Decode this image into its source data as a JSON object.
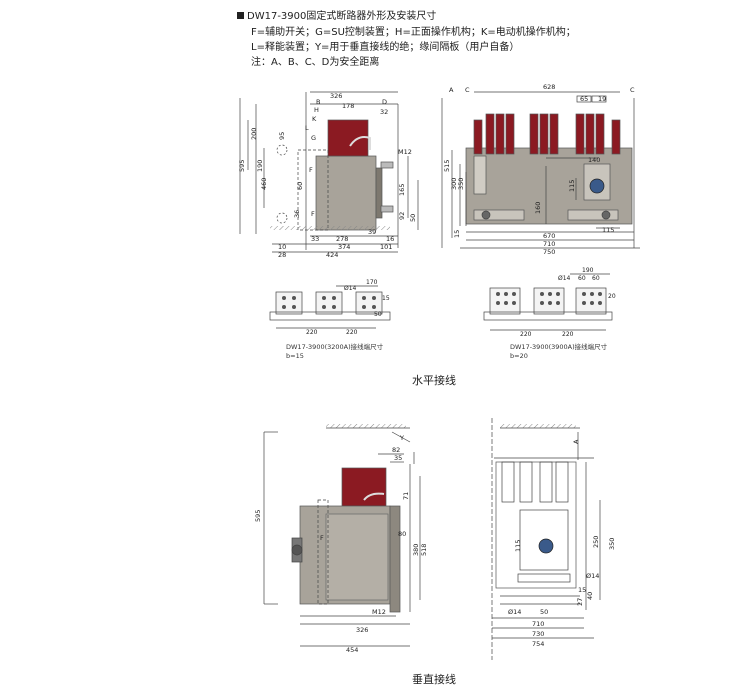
{
  "header": {
    "title": "DW17-3900固定式断路器外形及安装尺寸",
    "line1": "F=辅助开关；G=SU控制装置；H=正面操作机构；K=电动机操作机构；",
    "line2": "L=释能装置；Y=用于垂直接线的绝；缘间隔板（用户自备）",
    "line3": "注：A、B、C、D为安全距离"
  },
  "sections": {
    "horizontal": "水平接线",
    "vertical": "垂直接线"
  },
  "captions": {
    "left_model": "DW17-3900(3200A)接线端尺寸",
    "left_b": "b=15",
    "right_model": "DW17-3900(3900A)接线端尺寸",
    "right_b": "b=20"
  },
  "dims": {
    "side_top": [
      "326",
      "178",
      "32"
    ],
    "side_letters": [
      "B",
      "D",
      "H",
      "K",
      "L",
      "G",
      "F",
      "F"
    ],
    "side_left": [
      "595",
      "200",
      "190",
      "460",
      "95",
      "60",
      "36"
    ],
    "side_right": [
      "M12",
      "165",
      "92",
      "50"
    ],
    "side_bottom": [
      "278",
      "374",
      "424",
      "10",
      "28",
      "39",
      "16",
      "101",
      "33"
    ],
    "front_top": [
      "628",
      "65",
      "19"
    ],
    "front_letters": [
      "A",
      "C",
      "C"
    ],
    "front_left": [
      "515",
      "300",
      "350",
      "15"
    ],
    "front_inner": [
      "140",
      "115",
      "160",
      "115"
    ],
    "front_bottom": [
      "670",
      "710",
      "750"
    ],
    "term_left": [
      "170",
      "Ø14",
      "15",
      "50",
      "220",
      "220"
    ],
    "term_right": [
      "190",
      "60",
      "60",
      "Ø14",
      "20",
      "220",
      "220"
    ],
    "vside_top": [
      "82",
      "35",
      "Y"
    ],
    "vside_left": [
      "595"
    ],
    "vside_right": [
      "71",
      "80",
      "380",
      "518"
    ],
    "vside_bottom": [
      "M12",
      "326",
      "454",
      "F"
    ],
    "vfront_right": [
      "A",
      "350",
      "250",
      "115",
      "40",
      "27"
    ],
    "vfront_bottom": [
      "Ø14",
      "50",
      "710",
      "730",
      "754",
      "15",
      "Ø14"
    ]
  },
  "colors": {
    "red": "#8b1a22",
    "body": "#a8a39a",
    "body_dark": "#7d786f",
    "line": "#444444"
  }
}
